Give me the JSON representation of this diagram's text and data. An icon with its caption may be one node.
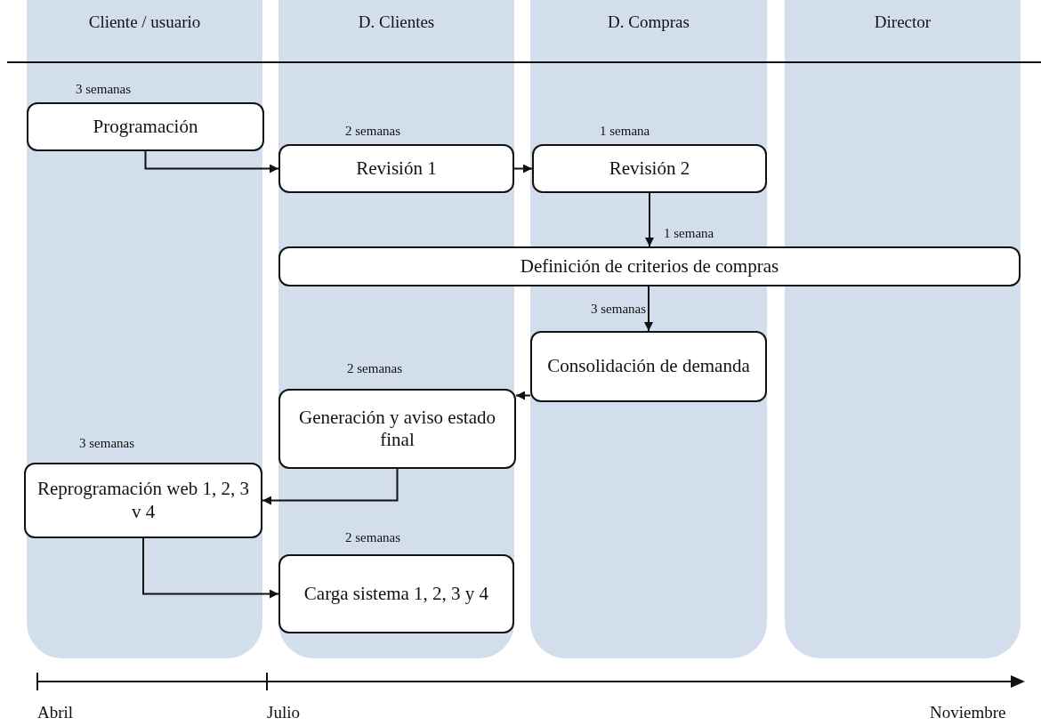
{
  "diagram": {
    "nodes": [
      {
        "text": [
          "Cliente / usuario"
        ]
      },
      {
        "text": [
          "D. Clientes"
        ]
      },
      {
        "text": [
          "D. Compras"
        ]
      },
      {
        "text": [
          "Director"
        ]
      },
      {
        "text": [
          "Programación"
        ],
        "in": 0,
        "beside": [
          "3 semanas"
        ]
      },
      {
        "text": [
          "Revisión 1"
        ],
        "in": 1,
        "beside": [
          "2 semanas"
        ]
      },
      {
        "text": [
          "Revisión 2"
        ],
        "in": 2,
        "beside": [
          "1 semana"
        ]
      },
      {
        "text": [
          "Definición de criterios de compras"
        ],
        "beside": [
          "1 semana"
        ]
      },
      {
        "text": [
          "Consolidación de demanda"
        ],
        "in": 2,
        "beside": [
          "3 semanas"
        ]
      },
      {
        "text": [
          "Generación y aviso estado final"
        ],
        "in": 1,
        "beside": [
          "2 semanas"
        ]
      },
      {
        "text": [
          "Reprogramación web 1, 2, 3 v 4"
        ],
        "in": 0,
        "beside": [
          "3 semanas"
        ]
      },
      {
        "text": [
          "Carga sistema 1, 2, 3 y 4"
        ],
        "in": 1,
        "beside": [
          "2 semanas"
        ]
      }
    ],
    "edges": [
      {
        "from": 4,
        "to": 5,
        "arrow": "to"
      },
      {
        "from": 5,
        "to": 6,
        "arrow": "to"
      },
      {
        "from": 6,
        "to": 7,
        "arrow": "to"
      },
      {
        "from": 7,
        "to": 8,
        "arrow": "to"
      },
      {
        "from": 8,
        "to": 9,
        "arrow": "to"
      },
      {
        "from": 9,
        "to": 10,
        "arrow": "to"
      },
      {
        "from": 10,
        "to": 11,
        "arrow": "to"
      }
    ],
    "labels": [
      "Abril",
      "Julio",
      "Noviembre"
    ]
  }
}
